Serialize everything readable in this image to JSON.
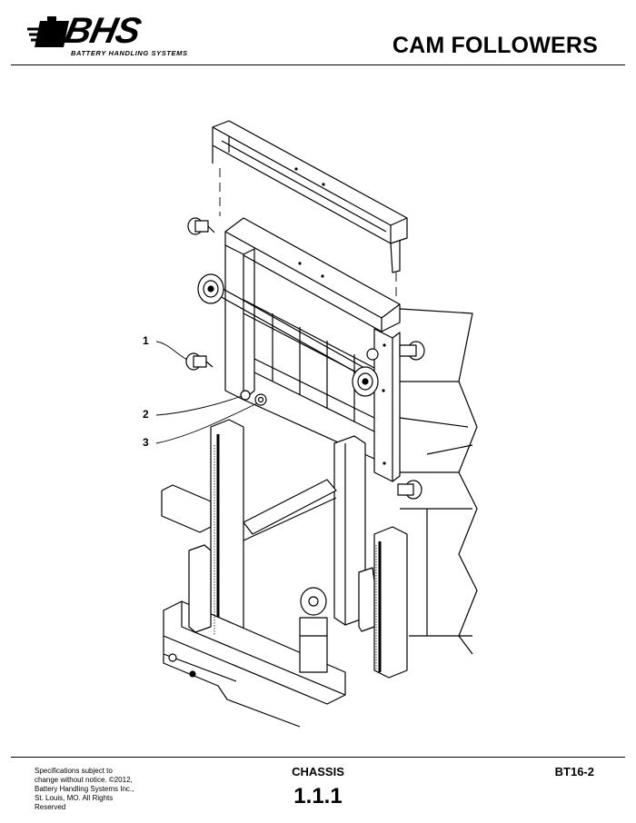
{
  "header": {
    "logo_text": "BHS",
    "logo_subtitle": "BATTERY HANDLING SYSTEMS",
    "title": "CAM FOLLOWERS"
  },
  "callouts": [
    {
      "label": "1"
    },
    {
      "label": "2"
    },
    {
      "label": "3"
    }
  ],
  "footer": {
    "disclaimer": "Specifications subject to change without notice. ©2012, Battery Handling Systems Inc., St. Louis, MO. All Rights Reserved",
    "section_label": "CHASSIS",
    "section_number": "1.1.1",
    "model": "BT16-2"
  }
}
